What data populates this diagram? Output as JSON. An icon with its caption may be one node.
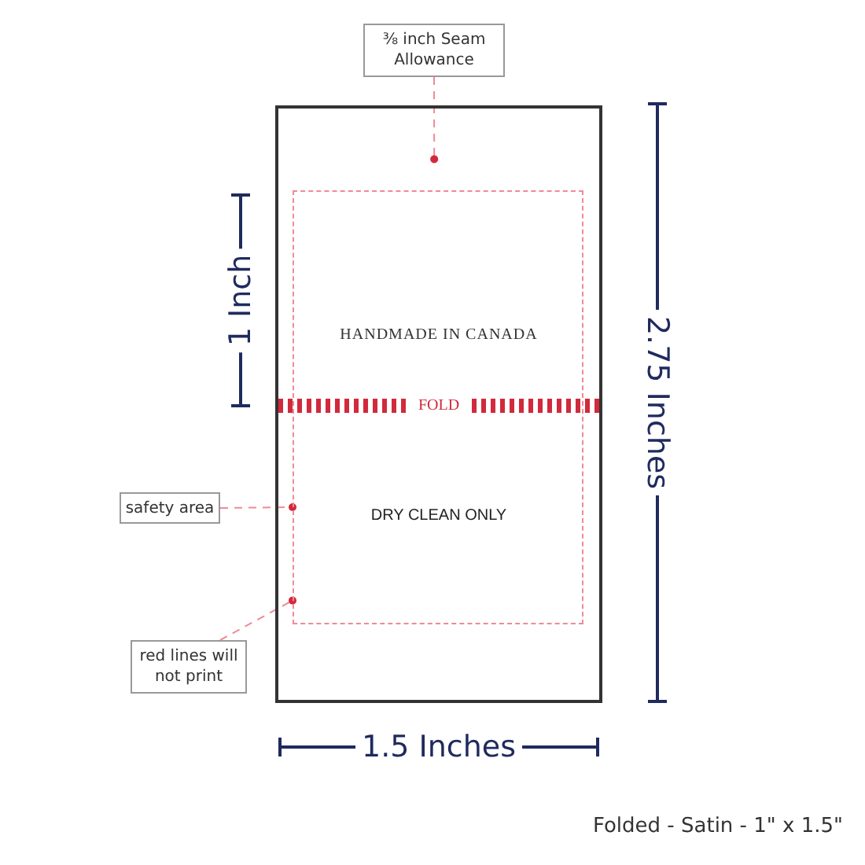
{
  "diagram": {
    "caption": "Folded - Satin - 1\" x 1.5\"",
    "nodes": [
      {
        "text": [
          "⅜ inch Seam Allowance"
        ]
      },
      {
        "text": [],
        "shape": "box"
      },
      {
        "text": [],
        "shape": "box",
        "in": 1
      },
      {
        "text": [
          "safety area"
        ]
      },
      {
        "text": [
          "red lines will not print"
        ]
      }
    ],
    "edges": [
      {
        "from": 0,
        "to": 1,
        "arrow": "other",
        "style": "dashed"
      },
      {
        "from": 3,
        "to": 2,
        "arrow": "other",
        "style": "dashed"
      },
      {
        "from": 4,
        "to": 2,
        "arrow": "other",
        "style": "dashed"
      }
    ],
    "labels": [
      "1 Inch",
      "HANDMADE IN CANADA",
      "2.75 Inches",
      "FOLD",
      "DRY CLEAN ONLY",
      "1.5 Inches"
    ]
  }
}
